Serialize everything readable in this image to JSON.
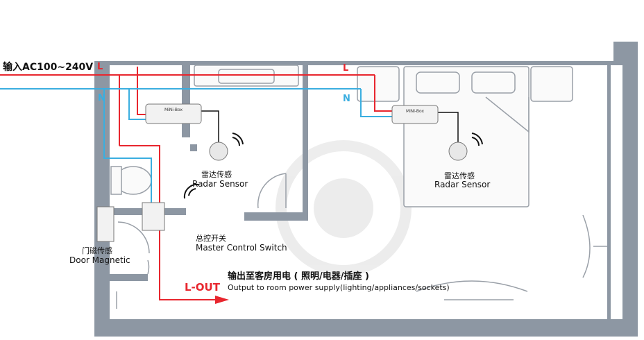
{
  "input": {
    "label": "输入AC100~240V",
    "L": "L",
    "N": "N"
  },
  "bedroom_wires": {
    "L": "L",
    "N": "N"
  },
  "modules": {
    "left": "MiNi-Box",
    "right": "MiNi-Box"
  },
  "radar_left": {
    "zh": "雷达传感",
    "en": "Radar Sensor"
  },
  "radar_right": {
    "zh": "雷达传感",
    "en": "Radar Sensor"
  },
  "master_switch": {
    "zh": "总控开关",
    "en": "Master Control Switch"
  },
  "door_sensor": {
    "zh": "门磁传感",
    "en": "Door Magnetic"
  },
  "output": {
    "label": "L-OUT",
    "zh": "输出至客房用电 ( 照明/电器/插座 )",
    "en": "Output to room power supply(lighting/appliances/sockets)"
  },
  "colors": {
    "live": "#e8262e",
    "neutral": "#3aaee0",
    "wall": "#8d97a3",
    "text": "#111111"
  }
}
